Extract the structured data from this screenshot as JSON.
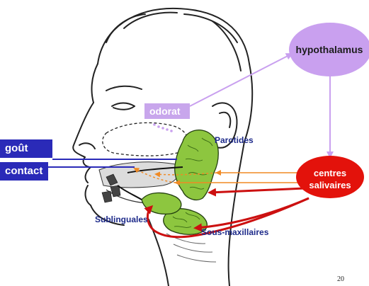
{
  "labels": {
    "hypothalamus": "hypothalamus",
    "odorat": "odorat",
    "gout": "goût",
    "contact": "contact",
    "parotides": "Parotides",
    "centres_line1": "centres",
    "centres_line2": "salivaires",
    "sublinguales": "Sublinguales",
    "sous_maxillaires": "Sous-maxillaires",
    "page_number": "20"
  },
  "colors": {
    "hypothalamus_fill": "#c9a0ef",
    "odorat_box": "#c8a6ec",
    "sense_box": "#2a2ab8",
    "centres_fill": "#e3120b",
    "gland_fill": "#8dc63f",
    "orange_arrow": "#f08a24",
    "red_arrow": "#cc1010",
    "purple_arrow": "#c9a0ef",
    "navy_line": "#2a2ab8"
  }
}
